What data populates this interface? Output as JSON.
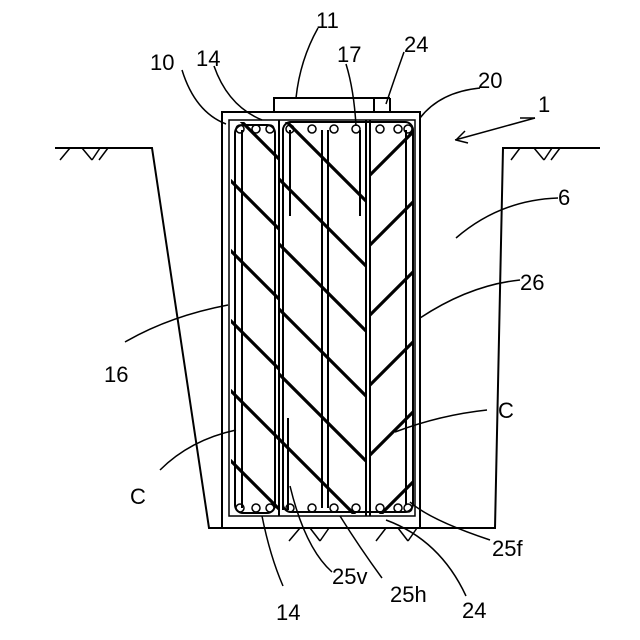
{
  "labels": {
    "l1": "1",
    "l6": "6",
    "l10": "10",
    "l11": "11",
    "l14_top": "14",
    "l14_bottom": "14",
    "l16": "16",
    "l17": "17",
    "l20": "20",
    "l24_top": "24",
    "l24_bottom": "24",
    "l25f": "25f",
    "l25h": "25h",
    "l25v": "25v",
    "l26": "26",
    "c_left": "C",
    "c_right": "C"
  }
}
